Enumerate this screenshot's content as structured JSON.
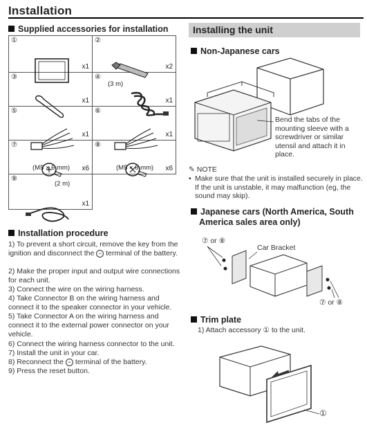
{
  "page_title": "Installation",
  "supplied": {
    "heading": "Supplied accessories for installation",
    "cells": [
      {
        "num": "①",
        "qty": "x1",
        "label": ""
      },
      {
        "num": "②",
        "qty": "x2",
        "label": ""
      },
      {
        "num": "③",
        "qty": "x1",
        "label": ""
      },
      {
        "num": "④",
        "qty": "x1",
        "label": "(3 m)"
      },
      {
        "num": "⑤",
        "qty": "x1",
        "label": ""
      },
      {
        "num": "⑥",
        "qty": "x1",
        "label": ""
      },
      {
        "num": "⑦",
        "qty": "x6",
        "label": "(M5 × 6 mm)"
      },
      {
        "num": "⑧",
        "qty": "x6",
        "label": "(M5 × 8 mm)"
      },
      {
        "num": "⑨",
        "qty": "x1",
        "label": "(2 m)"
      }
    ]
  },
  "procedure": {
    "heading": "Installation procedure",
    "steps": [
      {
        "n": "1)",
        "pre": "To prevent a short circuit, remove the key from the ignition and disconnect the",
        "post": "terminal of the battery."
      },
      {
        "n": "2)",
        "pre": "Make the proper input and output wire connections for each unit.",
        "post": ""
      },
      {
        "n": "3)",
        "pre": "Connect the wire on the wiring harness.",
        "post": ""
      },
      {
        "n": "4)",
        "pre": "Take Connector B on the wiring harness and connect it to the speaker connector in your vehicle.",
        "post": ""
      },
      {
        "n": "5)",
        "pre": "Take Connector A on the wiring harness and connect it to the external power connector on your vehicle.",
        "post": ""
      },
      {
        "n": "6)",
        "pre": "Connect the wiring harness connector to the unit.",
        "post": ""
      },
      {
        "n": "7)",
        "pre": "Install the unit in your car.",
        "post": ""
      },
      {
        "n": "8)",
        "pre": "Reconnect the",
        "post": "terminal of the battery."
      },
      {
        "n": "9)",
        "pre": "Press the reset button.",
        "post": ""
      }
    ]
  },
  "installing": {
    "banner": "Installing the unit",
    "non_japanese": {
      "heading": "Non-Japanese cars",
      "callout": "Bend the tabs of the mounting sleeve with a screwdriver or similar utensil and attach it in place."
    },
    "note": {
      "title": "NOTE",
      "text": "Make sure that the unit is installed securely in place. If the unit is unstable, it may malfunction (eg, the sound may skip)."
    },
    "japanese": {
      "heading_line1": "Japanese cars (North America, South",
      "heading_line2": "America sales area only)",
      "label_top": "⑦ or ⑧",
      "label_bracket": "Car Bracket",
      "label_bottom": "⑦ or ⑧"
    },
    "trim": {
      "heading": "Trim plate",
      "step": "1)  Attach accessory ① to the unit.",
      "callout_num": "①"
    }
  }
}
